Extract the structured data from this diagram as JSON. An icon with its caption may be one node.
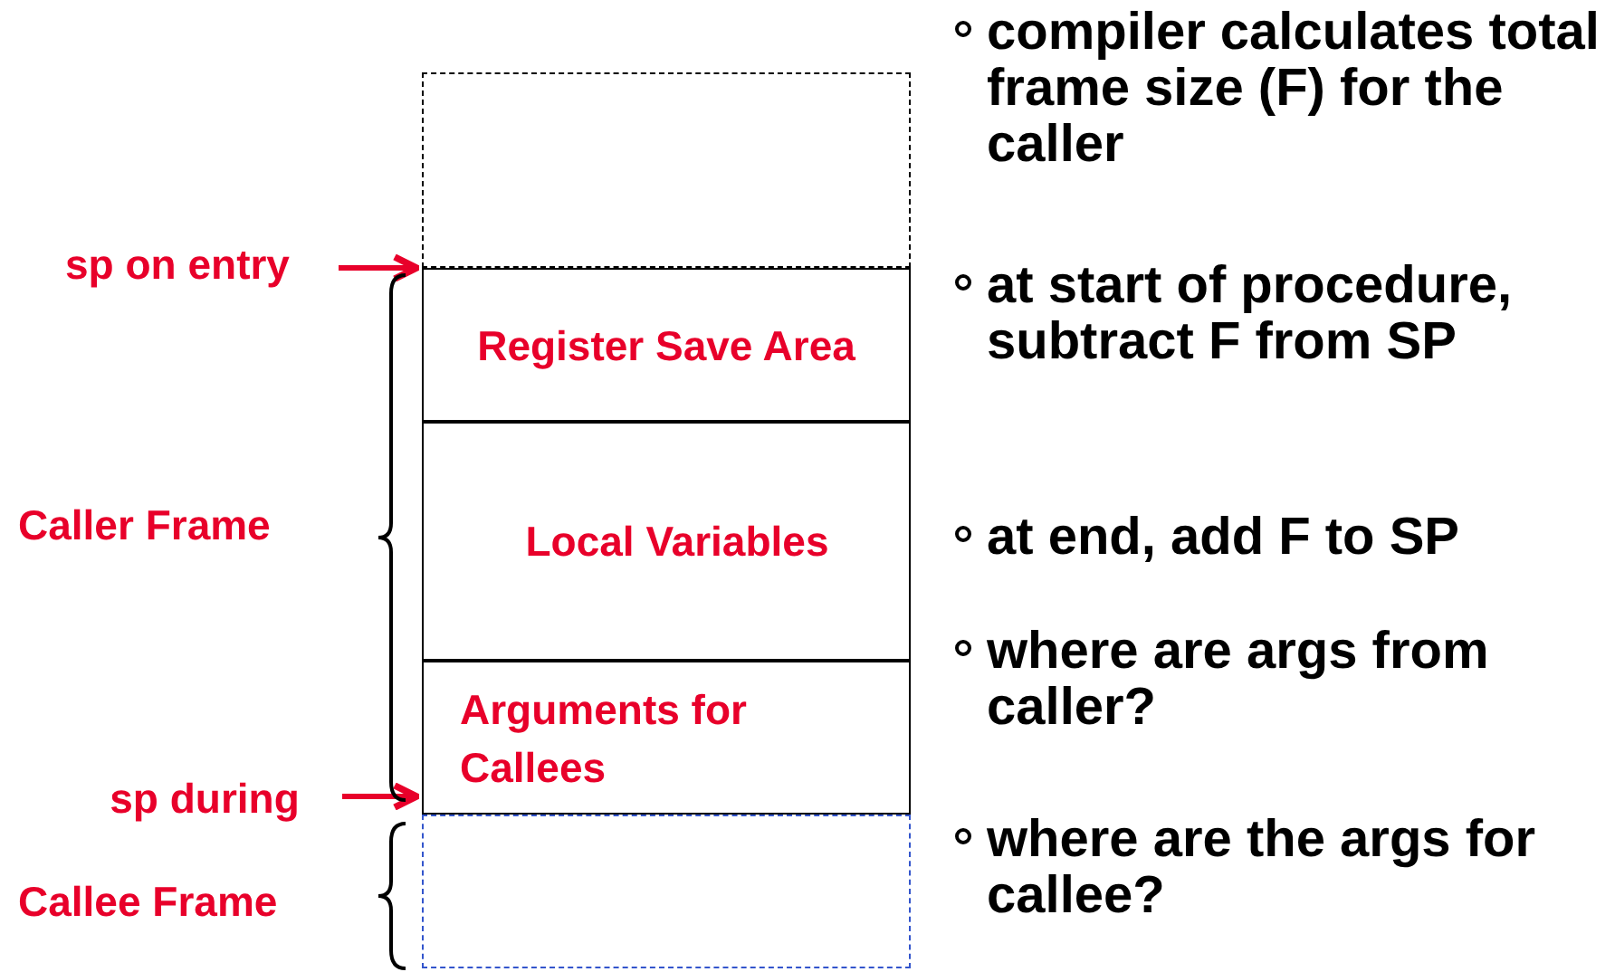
{
  "diagram": {
    "nodes": [
      {
        "text": [],
        "shape": "box"
      },
      {
        "text": [
          "Register Save Area"
        ]
      },
      {
        "text": [
          "Local Variables"
        ]
      },
      {
        "text": [
          "Arguments for Callees"
        ]
      },
      {
        "text": [],
        "shape": "box"
      },
      {
        "text": [
          "sp on entry"
        ]
      },
      {
        "text": [
          "sp during"
        ]
      }
    ],
    "edges": [
      {
        "from": 5,
        "to": 1,
        "arrow": "to"
      },
      {
        "from": 6,
        "to": 3,
        "arrow": "to"
      }
    ],
    "labels": [
      "Caller Frame",
      "Callee Frame",
      "compiler calculates total frame size (F) for the caller",
      "at start of procedure, subtract F from SP",
      "at end, add F to SP",
      "where are args from caller?",
      "where are the args for callee?"
    ]
  }
}
